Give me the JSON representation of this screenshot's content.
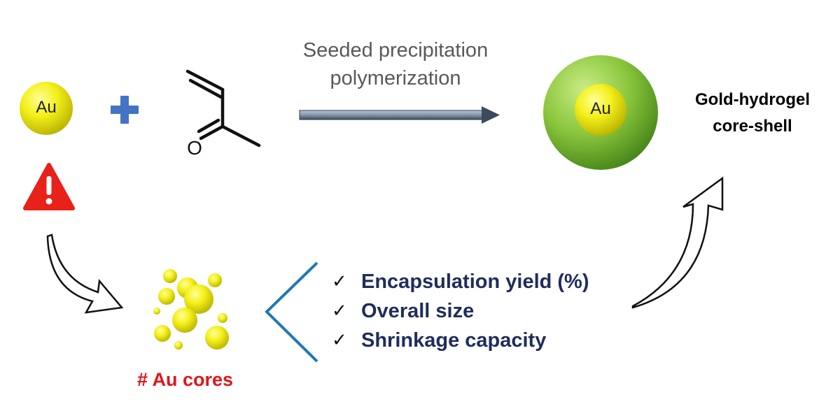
{
  "reactants": {
    "gold_label": "Au",
    "monomer_oxygen_label": "O"
  },
  "reaction": {
    "title_line1": "Seeded precipitation",
    "title_line2": "polymerization"
  },
  "product": {
    "core_label": "Au",
    "name_line1": "Gold-hydrogel",
    "name_line2": "core-shell"
  },
  "issue": {
    "label": "# Au cores"
  },
  "criteria": [
    "Encapsulation yield (%)",
    "Overall size",
    "Shrinkage capacity"
  ],
  "colors": {
    "gold": "#f2ee12",
    "shell": "#86c23a",
    "plus": "#4472c4",
    "warning": "#e8211a",
    "cores_text": "#e0161b",
    "criteria_text": "#1f2d5c",
    "bracket": "#1f77b4"
  }
}
